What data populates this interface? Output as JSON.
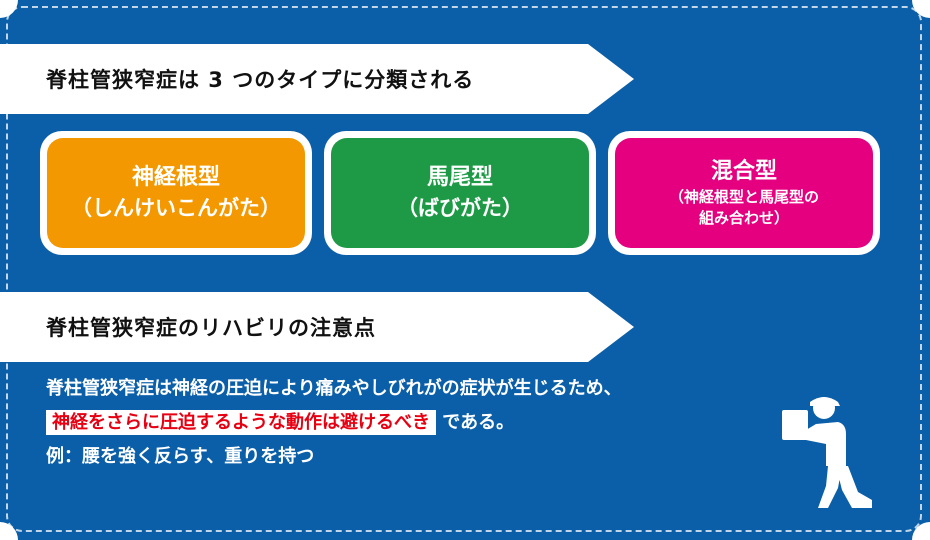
{
  "section1": {
    "title": "脊柱管狭窄症は 3 つのタイプに分類される"
  },
  "types": [
    {
      "name": "神経根型",
      "reading": "（しんけいこんがた）",
      "color": "#f39800"
    },
    {
      "name": "馬尾型",
      "reading": "（ばびがた）",
      "color": "#1e9a46"
    },
    {
      "name": "混合型",
      "note_line1": "（神経根型と馬尾型の",
      "note_line2": "組み合わせ）",
      "color": "#e4007f"
    }
  ],
  "section2": {
    "title": "脊柱管狭窄症のリハビリの注意点"
  },
  "caution": {
    "line1": "脊柱管狭窄症は神経の圧迫により痛みやしびれがの症状が生じるため、",
    "highlight": "神経をさらに圧迫するような動作は避けるべき",
    "line2_end": "である。",
    "example": "例：腰を強く反らす、重りを持つ"
  },
  "colors": {
    "background": "#0b5fa8",
    "highlight_text": "#e60012"
  },
  "icons": {
    "figure": "person-carrying-box-icon"
  }
}
